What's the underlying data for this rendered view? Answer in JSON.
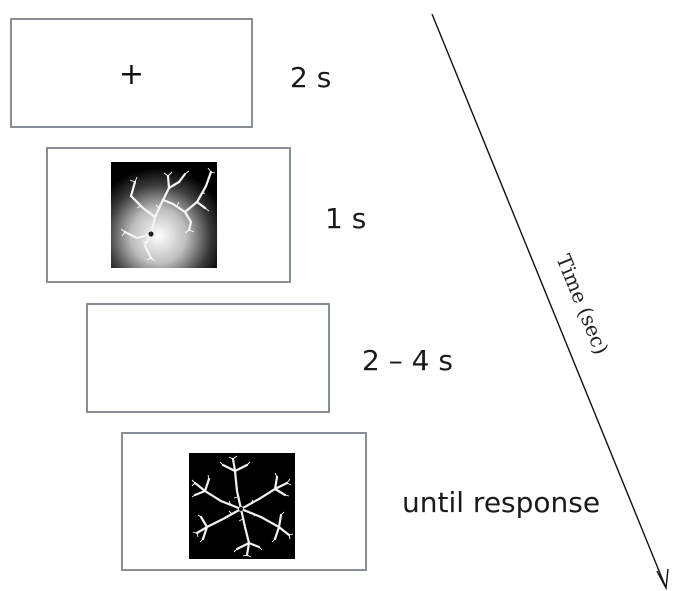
{
  "fixation_symbol": "+",
  "durations": [
    "2 s",
    "1 s",
    "2 – 4 s",
    "until response"
  ],
  "time_axis_label": "Time (sec)",
  "stimulus_icons": [
    "fractal-image",
    "fractal-image"
  ],
  "colors": {
    "frame_border": "#8a8e96",
    "text": "#1a1a1a",
    "arrow": "#111111"
  }
}
